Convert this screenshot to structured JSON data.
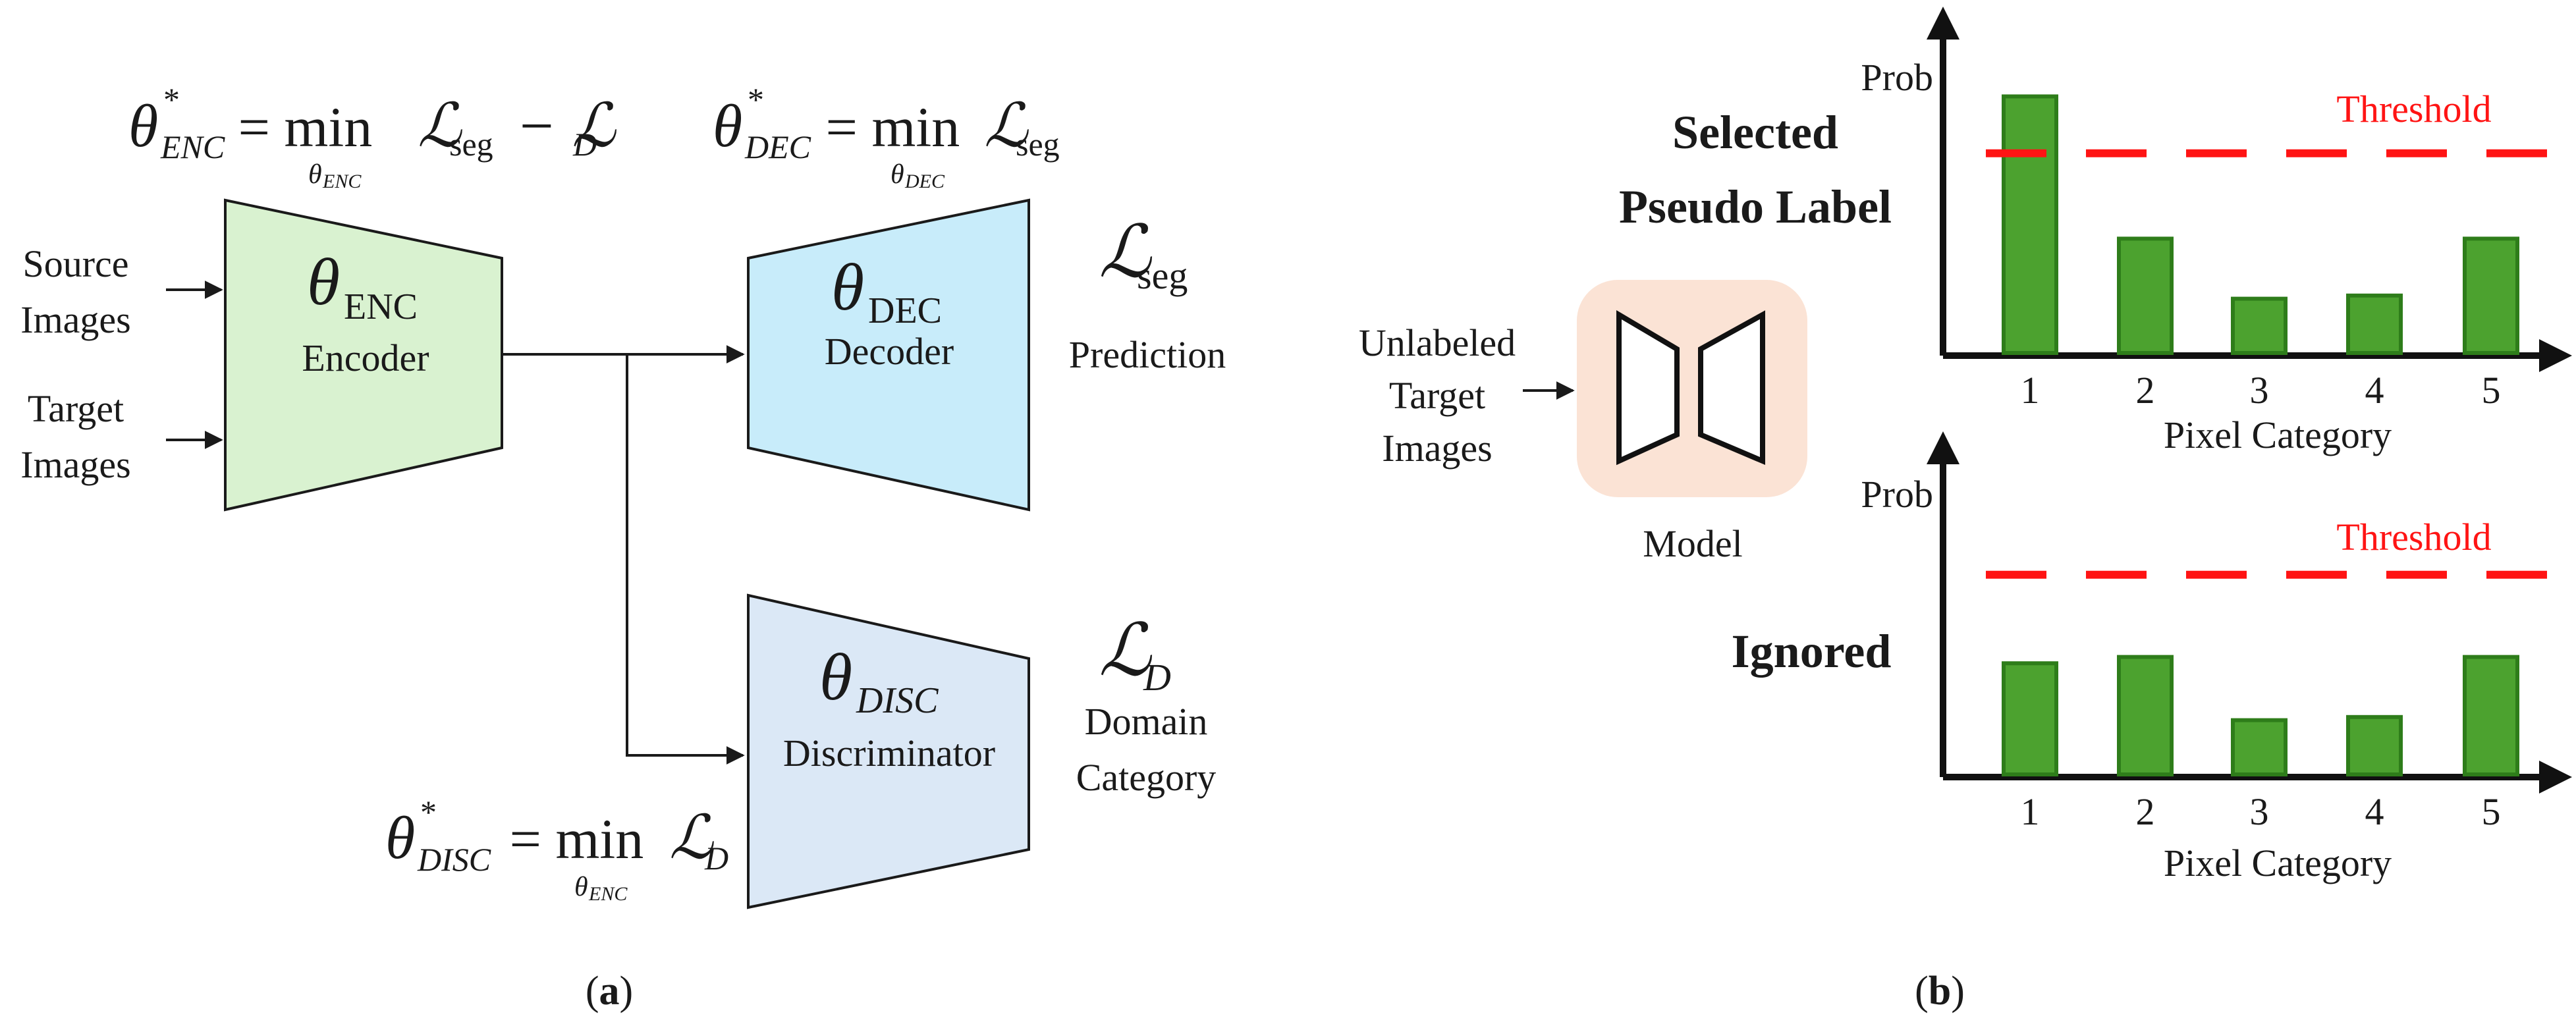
{
  "panel_a": {
    "caption_open": "(",
    "caption_letter": "a",
    "caption_close": ")",
    "inputs": {
      "source_line1": "Source",
      "source_line2": "Images",
      "target_line1": "Target",
      "target_line2": "Images"
    },
    "encoder": {
      "theta": "θ",
      "sub": "ENC",
      "label": "Encoder",
      "color": "#d9f2d0",
      "formula": {
        "lhs_sym": "θ",
        "lhs_sup": "*",
        "lhs_sub": "ENC",
        "eq": " = min ",
        "under_sym": "θ",
        "under_sub": "ENC",
        "rhs": "ℒ",
        "rhs_sub": "seg",
        "minus": " − ℒ",
        "minus_sub": "D"
      }
    },
    "decoder": {
      "theta": "θ",
      "sub": "DEC",
      "label": "Decoder",
      "color": "#c8ecfa",
      "output_symbol": "ℒ",
      "output_sub": "seg",
      "output_label": "Prediction",
      "formula": {
        "lhs_sym": "θ",
        "lhs_sup": "*",
        "lhs_sub": "DEC",
        "eq": " = min ",
        "under_sym": "θ",
        "under_sub": "DEC",
        "rhs": "ℒ",
        "rhs_sub": "seg"
      }
    },
    "discriminator": {
      "theta": "θ",
      "sub": "DISC",
      "label": "Discriminator",
      "color": "#dbe8f6",
      "output_symbol": "ℒ",
      "output_sub": "D",
      "output_label_line1": "Domain",
      "output_label_line2": "Category",
      "formula": {
        "lhs_sym": "θ",
        "lhs_sup": "*",
        "lhs_sub": "DISC",
        "eq": " = min ",
        "under_sym": "θ",
        "under_sub": "ENC",
        "rhs": "ℒ",
        "rhs_sub": "D"
      }
    }
  },
  "panel_b": {
    "caption_open": "(",
    "caption_letter": "b",
    "caption_close": ")",
    "input_line1": "Unlabeled",
    "input_line2": "Target",
    "input_line3": "Images",
    "model_label": "Model",
    "model_color": "#fbe3d5",
    "bar_color": "#4ca22f",
    "bar_edge": "#2e7d1a",
    "threshold_color": "#ff1414",
    "top_side_line1": "Selected",
    "top_side_line2": "Pseudo Label",
    "bottom_side_label": "Ignored"
  },
  "chart_data": [
    {
      "type": "bar",
      "categories": [
        "1",
        "2",
        "3",
        "4",
        "5"
      ],
      "values": [
        0.82,
        0.37,
        0.18,
        0.19,
        0.37
      ],
      "threshold": 0.64,
      "threshold_label": "Threshold",
      "ylabel": "Prob",
      "xlabel": "Pixel Category",
      "ylim": [
        0,
        1
      ]
    },
    {
      "type": "bar",
      "categories": [
        "1",
        "2",
        "3",
        "4",
        "5"
      ],
      "values": [
        0.36,
        0.38,
        0.18,
        0.19,
        0.38
      ],
      "threshold": 0.64,
      "threshold_label": "Threshold",
      "ylabel": "Prob",
      "xlabel": "Pixel Category",
      "ylim": [
        0,
        1
      ]
    }
  ]
}
